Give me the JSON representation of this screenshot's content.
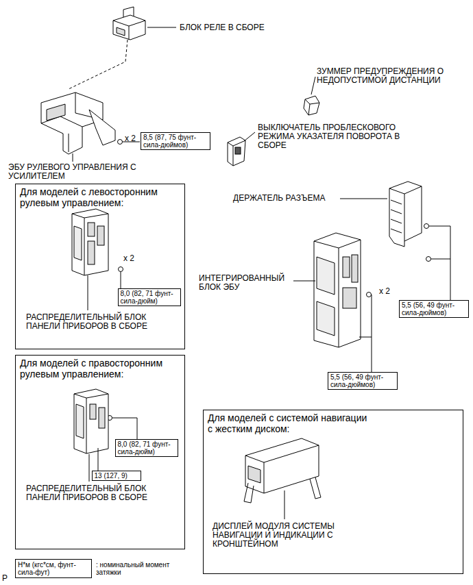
{
  "diagram": {
    "nodes": [
      {
        "text": [
          "Для моделей с левосторонним рулевым управлением:"
        ]
      },
      {
        "text": [
          "8,0 (82, 71 фунт-сила-дюйм)"
        ],
        "in": 0
      },
      {
        "text": [
          "Для моделей с правосторонним рулевым управлением:"
        ]
      },
      {
        "text": [
          "8,0 (82, 71 фунт-сила-дюйм)"
        ],
        "in": 2
      },
      {
        "text": [
          "13 (127, 9)"
        ],
        "in": 2
      },
      {
        "text": [
          "8,5 (87, 75 фунт-сила-дюймов)"
        ]
      },
      {
        "text": [
          "5,5 (56, 49 фунт-сила-дюймов)"
        ]
      },
      {
        "text": [
          "5,5 (56, 49 фунт-сила-дюймов)"
        ]
      },
      {
        "text": [
          "Для моделей с системой навигации с жестким диском:"
        ]
      },
      {
        "text": [
          "Н*м (кгс*см, фунт-сила-фут)",
          ": номинальный момент затяжки"
        ]
      }
    ],
    "labels": [
      "БЛОК РЕЛЕ В СБОРЕ",
      "ЗУММЕР ПРЕДУПРЕЖДЕНИЯ О НЕДОПУСТИМОЙ ДИСТАНЦИИ",
      "x 2",
      "ВЫКЛЮЧАТЕЛЬ ПРОБЛЕСКОВОГО РЕЖИМА УКАЗАТЕЛЯ ПОВОРОТА В СБОРЕ",
      "ЭБУ РУЛЕВОГО УПРАВЛЕНИЯ С УСИЛИТЕЛЕМ",
      "x 2",
      "РАСПРЕДЕЛИТЕЛЬНЫЙ БЛОК ПАНЕЛИ ПРИБОРОВ В СБОРЕ",
      "ДЕРЖАТЕЛЬ РАЗЪЕМА",
      "ИНТЕГРИРОВАННЫЙ БЛОК ЭБУ",
      "x 2",
      "РАСПРЕДЕЛИТЕЛЬНЫЙ БЛОК ПАНЕЛИ ПРИБОРОВ В СБОРЕ",
      "ДИСПЛЕЙ МОДУЛЯ СИСТЕМЫ НАВИГАЦИИ И ИНДИКАЦИИ С КРОНШТЕЙНОМ",
      "P"
    ]
  }
}
